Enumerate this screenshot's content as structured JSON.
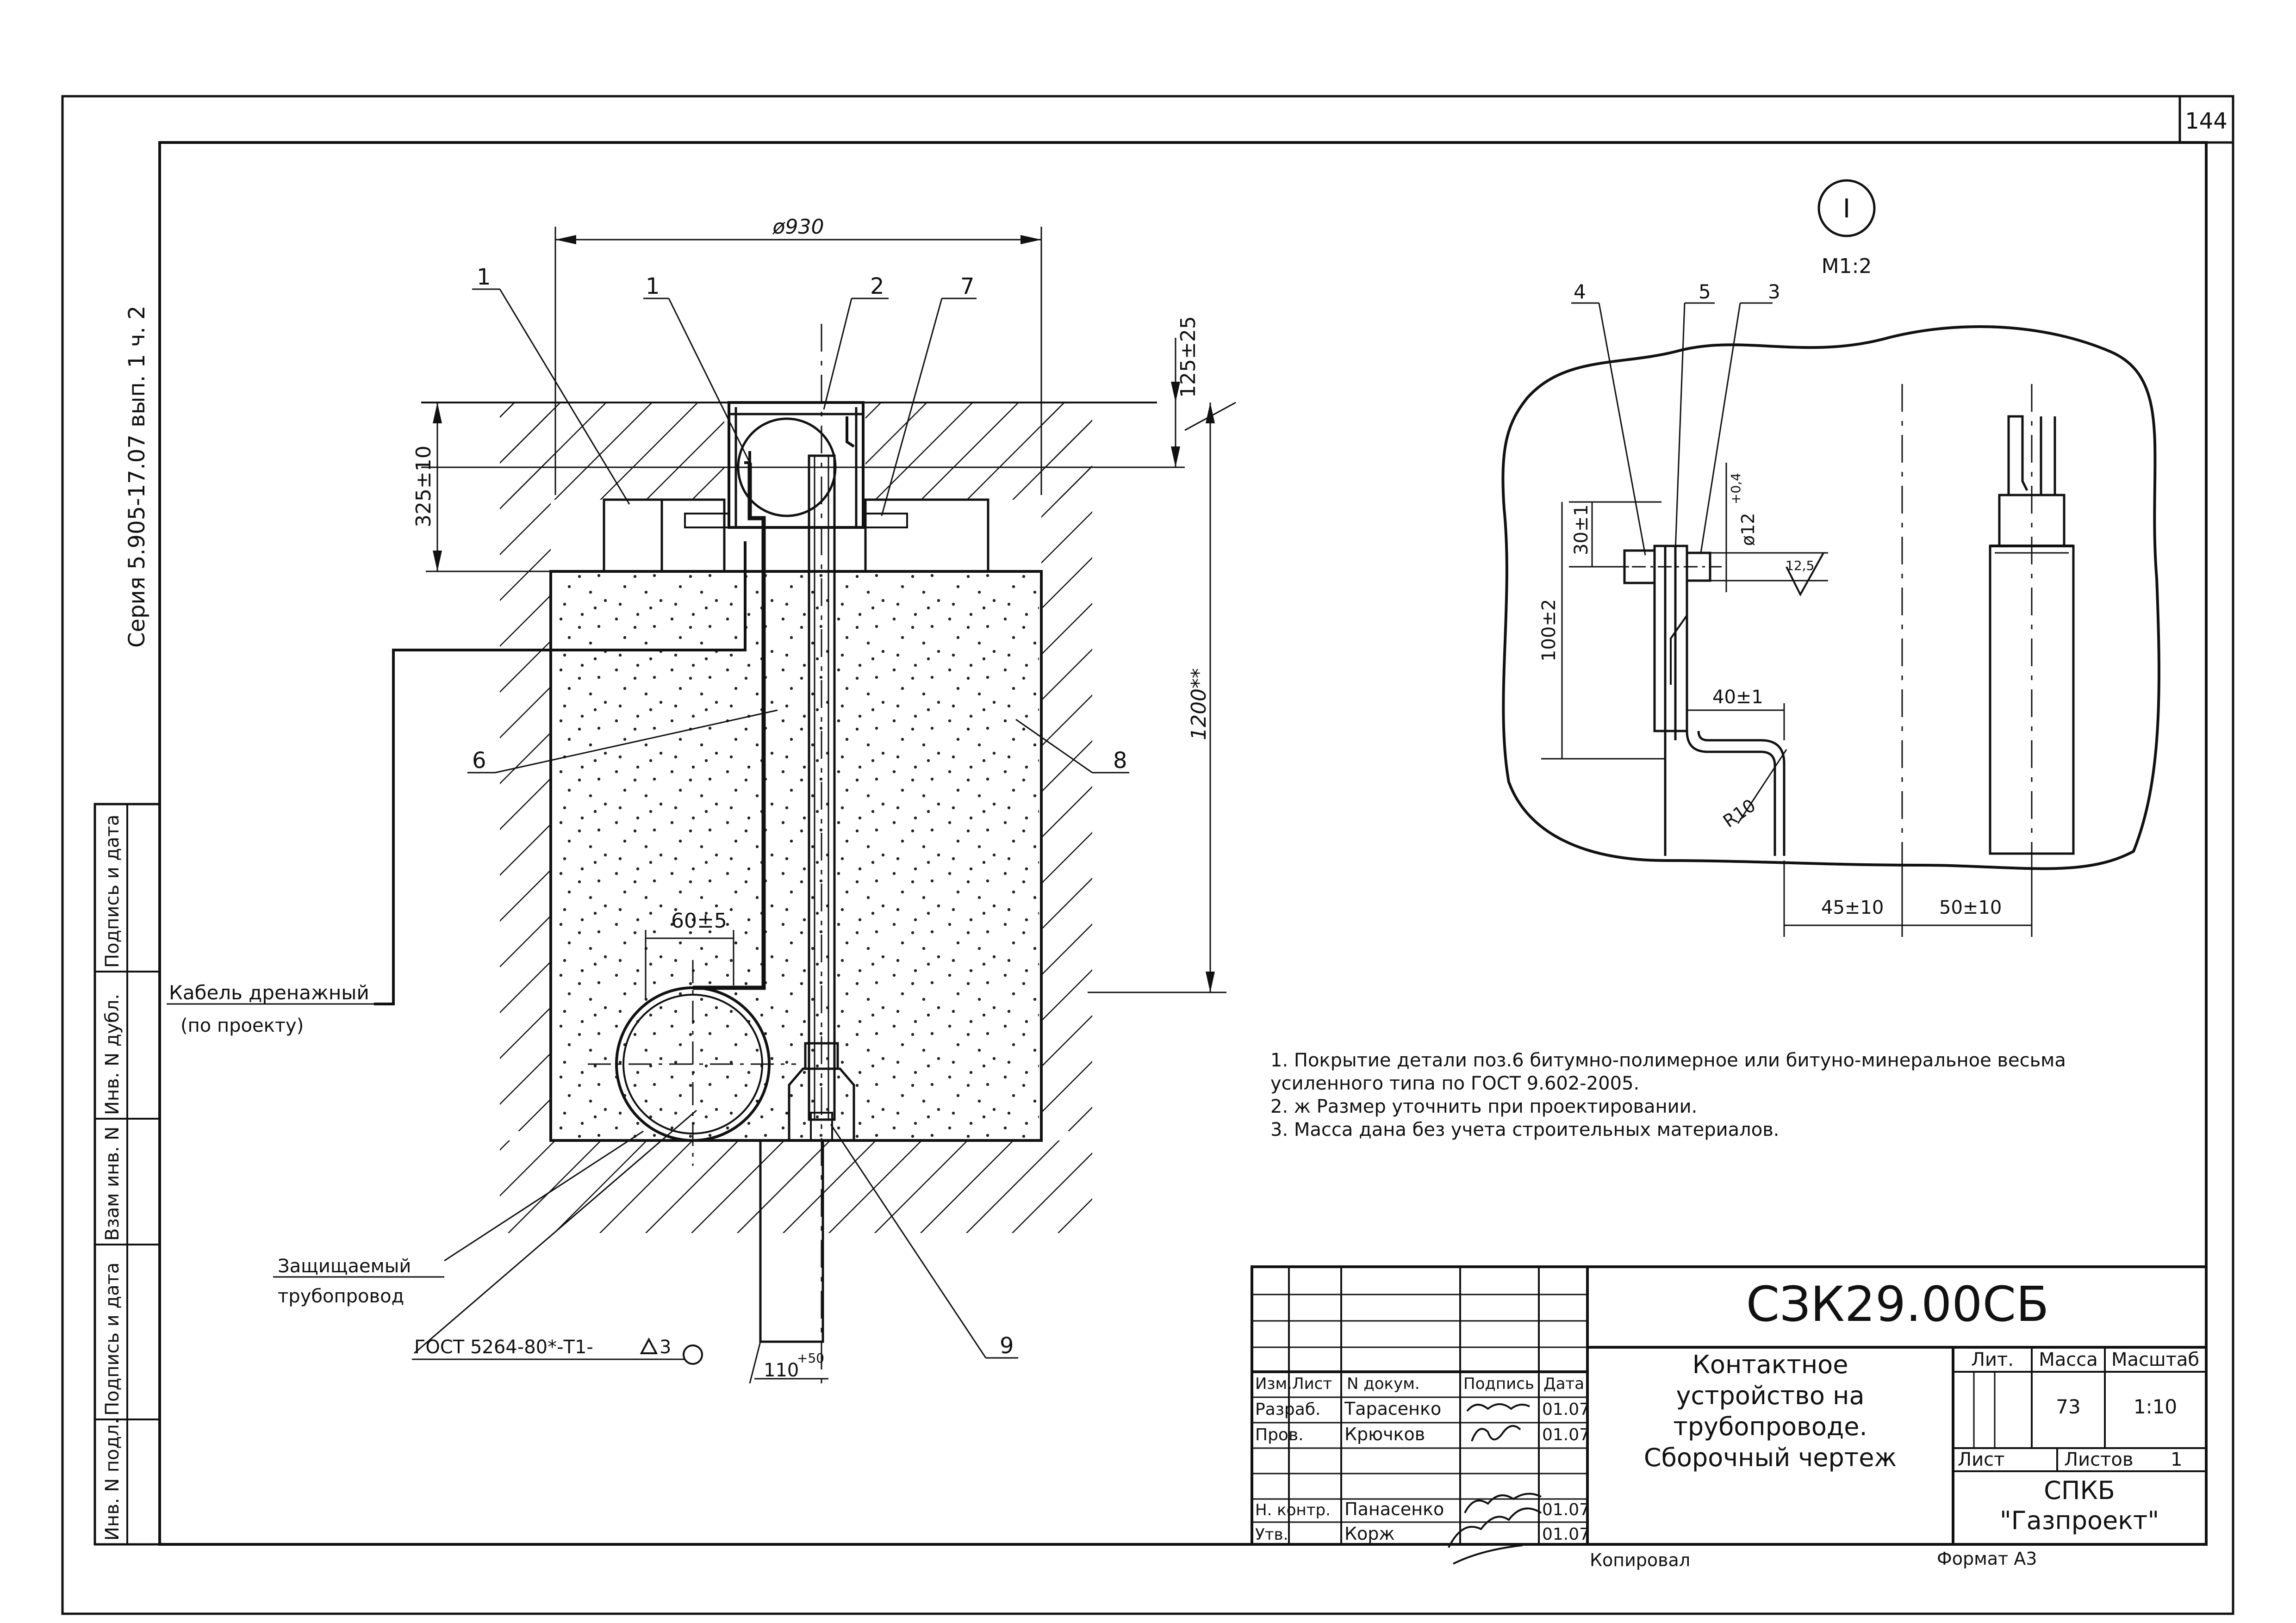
{
  "sheet": {
    "page_number": "144",
    "series_label": "Серия 5.905-17.07 вып. 1 ч. 2",
    "side_stamp": [
      "Инв. N подл.",
      "Подпись и дата",
      "Взам инв. N",
      "Инв. N дубл.",
      "Подпись и дата"
    ]
  },
  "main_view": {
    "dim_diameter": "ø930",
    "dim_depth_top": "325±10",
    "dim_cover": "125±25",
    "dim_total": "1200**",
    "dim_offset": "60±5",
    "dim_rod": "110",
    "dim_rod_tol": "+50",
    "callouts": [
      "1",
      "1",
      "2",
      "7",
      "6",
      "8",
      "9"
    ],
    "cable_label": "Кабель дренажный",
    "cable_note": "(по проекту)",
    "pipe_label": "Защищаемый",
    "pipe_label2": "трубопровод",
    "weld_note": "ГОСТ 5264-80*-Т1-",
    "weld_size": "3"
  },
  "detail_view": {
    "detail_id": "I",
    "scale": "М1:2",
    "callouts": [
      "4",
      "5",
      "3"
    ],
    "dim_30": "30±1",
    "dim_100": "100±2",
    "dim_hole": "ø12",
    "dim_hole_tol": "+0,4",
    "roughness": "12,5",
    "dim_40": "40±1",
    "radius": "R10",
    "dim_45": "45±10",
    "dim_50": "50±10"
  },
  "notes": [
    "1. Покрытие детали поз.6 битумно-полимерное или битуно-минеральное весьма",
    "усиленного типа по ГОСТ 9.602-2005.",
    "2. ж Размер уточнить при проектировании.",
    "3. Масса дана без учета строительных материалов."
  ],
  "title_block": {
    "designation": "СЗК29.00СБ",
    "title_lines": [
      "Контактное",
      "устройство на",
      "трубопроводе.",
      "Сборочный чертеж"
    ],
    "col_headers": [
      "Изм.",
      "Лист",
      "N докум.",
      "Подпись",
      "Дата"
    ],
    "rows": [
      {
        "role": "Разраб.",
        "name": "Тарасенко",
        "date": "01.07"
      },
      {
        "role": "Пров.",
        "name": "Крючков",
        "date": "01.07"
      },
      {
        "role": "Н. контр.",
        "name": "Панасенко",
        "date": "01.07"
      },
      {
        "role": "Утв.",
        "name": "Корж",
        "date": "01.07"
      }
    ],
    "lit_label": "Лит.",
    "mass_label": "Масса",
    "scale_label": "Масштаб",
    "mass_value": "73",
    "scale_value": "1:10",
    "sheet_label": "Лист",
    "sheets_label": "Листов",
    "sheets_value": "1",
    "org_line1": "СПКБ",
    "org_line2": "\"Газпроект\""
  },
  "footer": {
    "copied": "Копировал",
    "format": "Формат А3"
  }
}
